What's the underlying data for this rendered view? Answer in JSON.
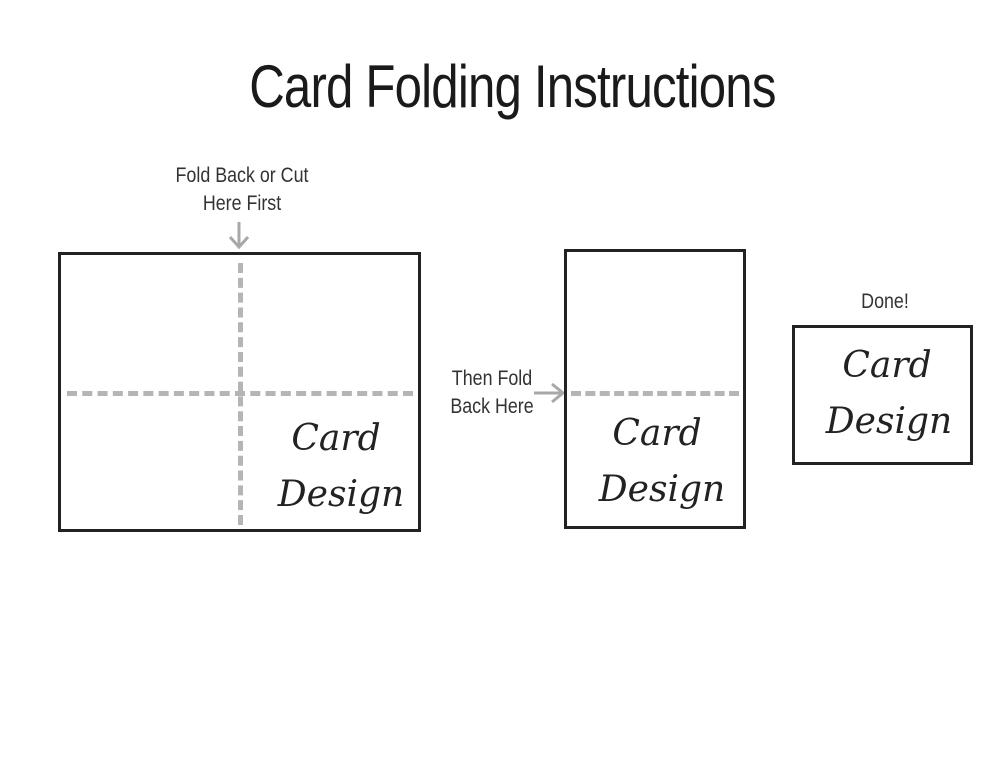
{
  "title": "Card Folding Instructions",
  "step1": {
    "label_line1": "Fold Back or Cut",
    "label_line2": "Here First"
  },
  "step2": {
    "label_line1": "Then Fold",
    "label_line2": "Back Here"
  },
  "step3": {
    "label": "Done!"
  },
  "card_text": {
    "line1": "Card",
    "line2": "Design"
  },
  "colors": {
    "border": "#222222",
    "fold_line": "#b5b5b5",
    "arrow": "#a8a8a8"
  }
}
